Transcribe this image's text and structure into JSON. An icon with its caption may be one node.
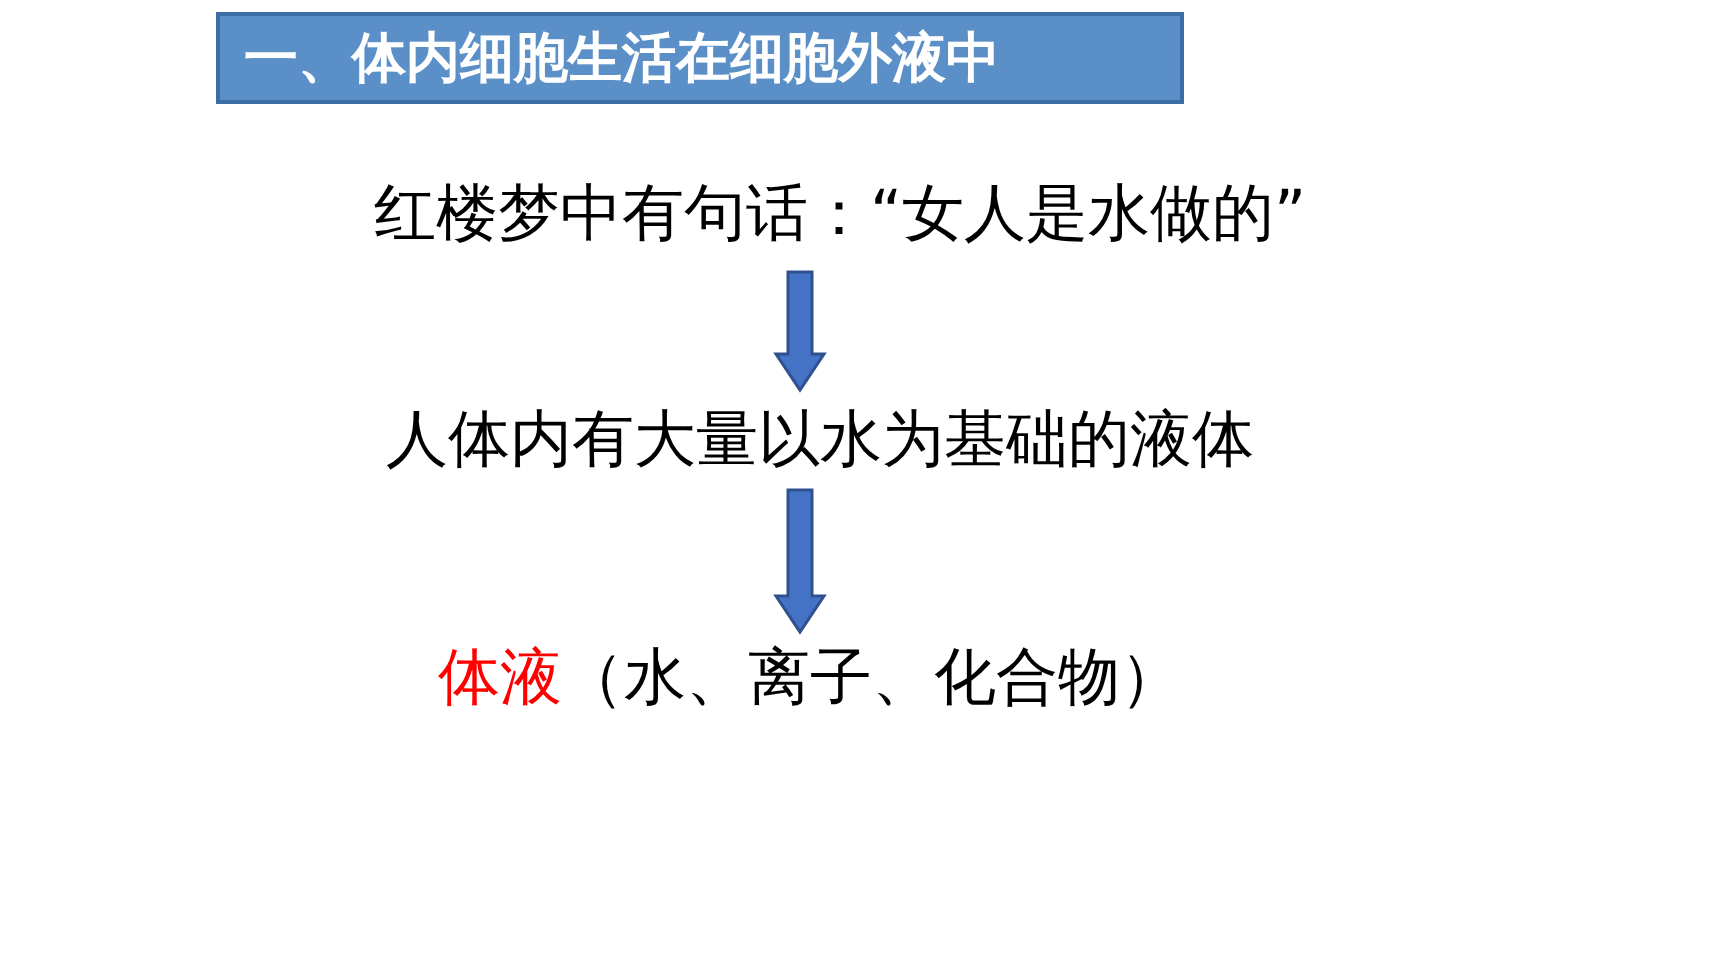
{
  "diagram": {
    "title": "一、体内细胞生活在细胞外液中",
    "nodes": [
      {
        "text": [
          "红楼梦中有句话：“女人是水做的”"
        ]
      },
      {
        "text": [
          "人体内有大量以水为基础的液体"
        ]
      },
      {
        "text": [
          "体液",
          "（水、离子、化合物）"
        ]
      }
    ],
    "edges": [
      {
        "from": 0,
        "to": 1,
        "arrow": "to"
      },
      {
        "from": 1,
        "to": 2,
        "arrow": "to"
      }
    ]
  }
}
